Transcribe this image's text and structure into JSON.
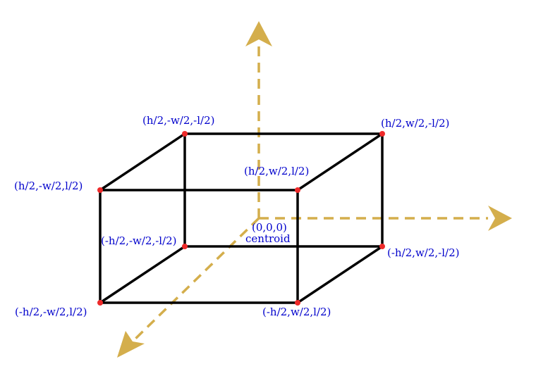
{
  "colors": {
    "axis": "#d4ae4c",
    "edge": "#000000",
    "vertex": "#ee2a2a",
    "label": "#0000cc",
    "background": "#ffffff"
  },
  "vertices": {
    "back_top_left": "(h/2,-w/2,-l/2)",
    "back_top_right": "(h/2,w/2,-l/2)",
    "front_top_left": "(h/2,-w/2,l/2)",
    "front_top_right": "(h/2,w/2,l/2)",
    "back_bottom_left": "(-h/2,-w/2,-l/2)",
    "back_bottom_right": "(-h/2,w/2,-l/2)",
    "front_bottom_left": "(-h/2,-w/2,l/2)",
    "front_bottom_right": "(-h/2,w/2,l/2)"
  },
  "origin": {
    "coords": "(0,0,0)",
    "name": "centroid"
  }
}
